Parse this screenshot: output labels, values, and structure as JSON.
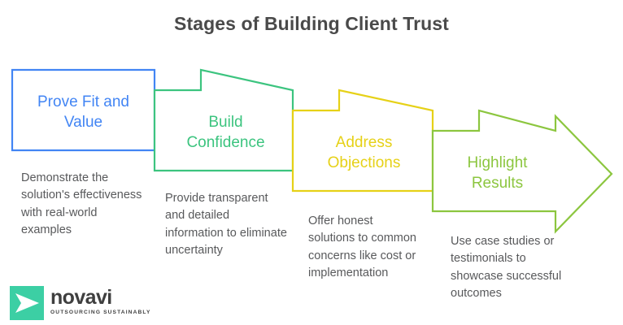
{
  "header": {
    "title": "Stages of Building Client Trust"
  },
  "theme": {
    "background": "#ffffff",
    "title_color": "#4a4a4a",
    "caption_color": "#58595b",
    "logo_mark_color": "#3ccfa4",
    "logo_text_color": "#3f3f3f"
  },
  "stages": [
    {
      "id": "prove-fit-and-value",
      "label": "Prove Fit and\nValue",
      "label_line1": "Prove Fit and",
      "label_line2": "Value",
      "caption": "Demonstrate the solution's effectiveness with real-world examples",
      "color": "#4285f4",
      "index": 1
    },
    {
      "id": "build-confidence",
      "label": "Build\nConfidence",
      "label_line1": "Build",
      "label_line2": "Confidence",
      "caption": "Provide transparent and detailed information to eliminate uncertainty",
      "color": "#3cc47f",
      "index": 2
    },
    {
      "id": "address-objections",
      "label": "Address\nObjections",
      "label_line1": "Address",
      "label_line2": "Objections",
      "caption": "Offer honest solutions to common concerns like cost or implementation",
      "color": "#e6d117",
      "index": 3
    },
    {
      "id": "highlight-results",
      "label": "Highlight\nResults",
      "label_line1": "Highlight",
      "label_line2": "Results",
      "caption": "Use case studies or testimonials to showcase successful outcomes",
      "color": "#8cc63f",
      "index": 4
    }
  ],
  "logo": {
    "wordmark": "novavi",
    "tagline": "OUTSOURCING SUSTAINABLY",
    "mark_name": "novavi-play-arrow-mark"
  }
}
